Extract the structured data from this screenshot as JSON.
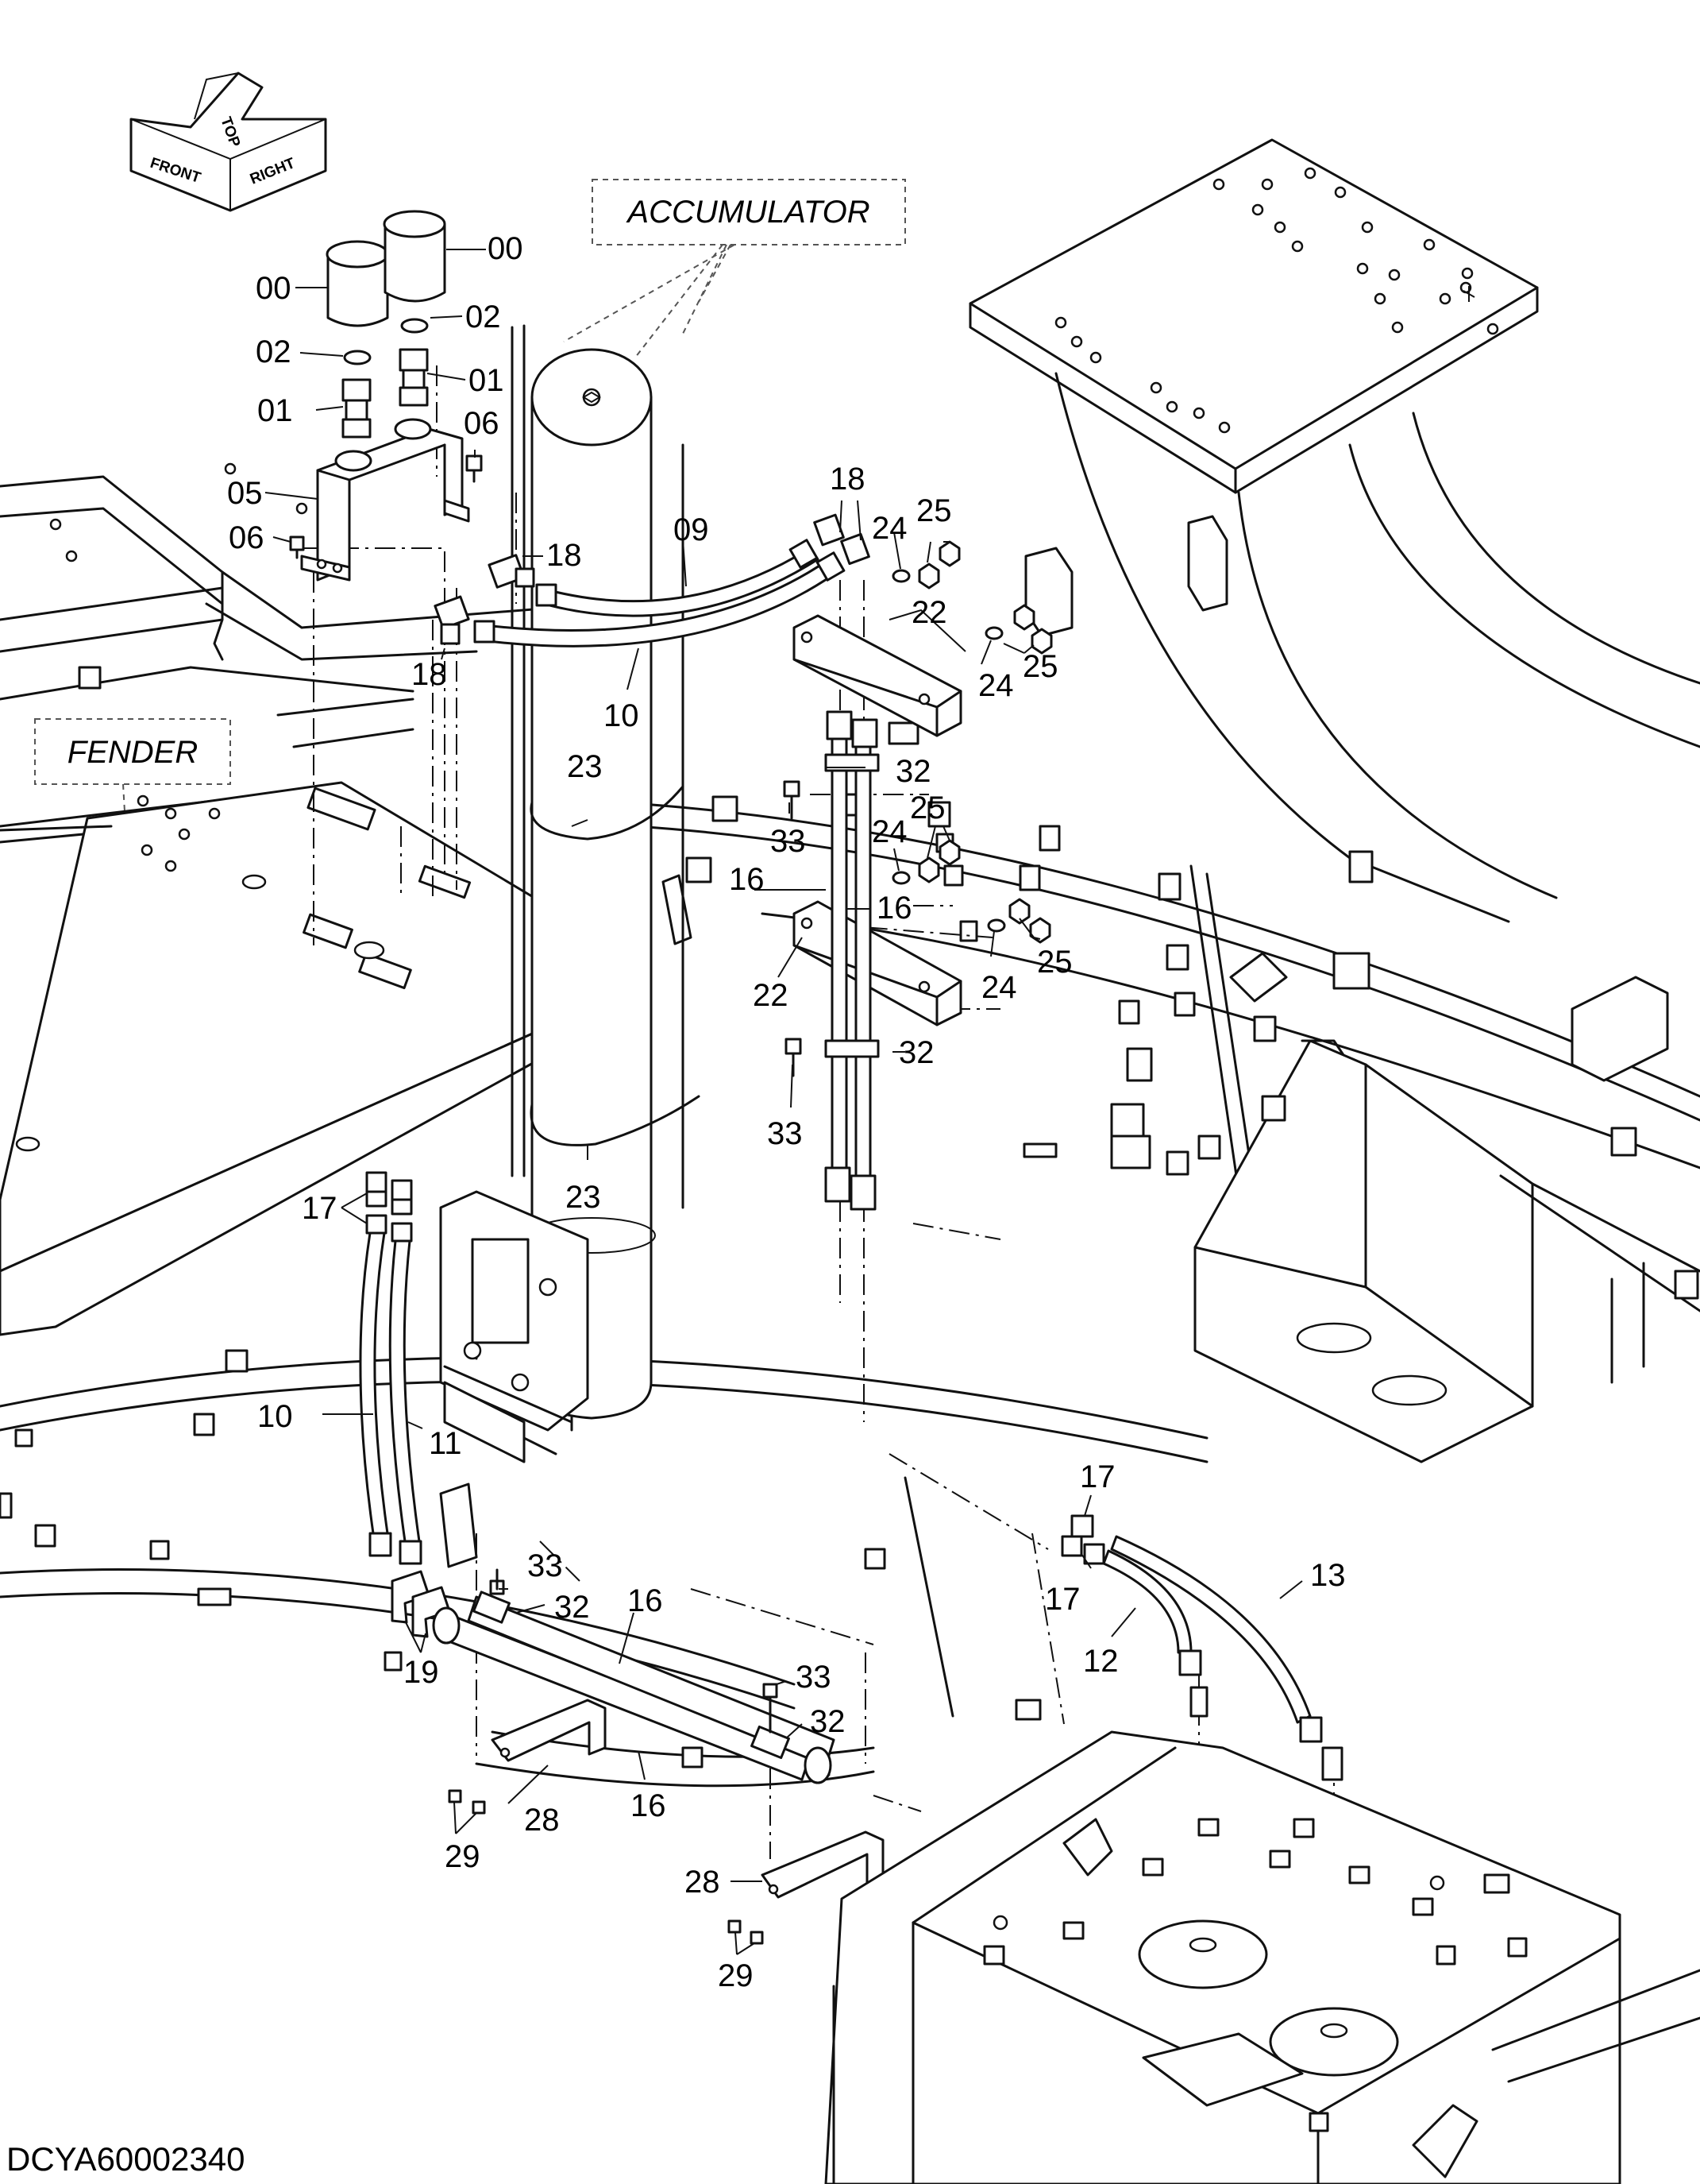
{
  "reference_boxes": {
    "accumulator": "ACCUMULATOR",
    "fender": "FENDER"
  },
  "orientation_symbol": {
    "front": "FRONT",
    "top": "TOP",
    "right": "RIGHT"
  },
  "drawing_number": "DCYA60002340",
  "part_callouts": {
    "cap_left": "00",
    "cap_right": "00",
    "oring_left": "02",
    "oring_right": "02",
    "connector_left": "01",
    "connector_right": "01",
    "bracket": "05",
    "bolt_upper": "06",
    "bolt_lower": "06",
    "hose_09": "09",
    "hose_10_upper": "10",
    "hose_10_lower": "10",
    "hose_11": "11",
    "hose_12": "12",
    "hose_13": "13",
    "elbow_18_top": "18",
    "elbow_18_mid": "18",
    "elbow_18_left": "18",
    "band_23_upper": "23",
    "band_23_lower": "23",
    "washer_24_a": "24",
    "washer_24_b": "24",
    "washer_24_c": "24",
    "washer_24_d": "24",
    "nut_25_a": "25",
    "nut_25_b": "25",
    "nut_25_c": "25",
    "nut_25_d": "25",
    "bracket_22_upper": "22",
    "bracket_22_lower": "22",
    "pipe_16_a": "16",
    "pipe_16_b": "16",
    "pipe_16_c": "16",
    "pipe_16_d": "16",
    "clamp_32_a": "32",
    "clamp_32_b": "32",
    "clamp_32_c": "32",
    "clamp_32_d": "32",
    "bolt_33_a": "33",
    "bolt_33_b": "33",
    "bolt_33_c": "33",
    "bolt_33_d": "33",
    "connector_17_a": "17",
    "connector_17_b": "17",
    "connector_17_c": "17",
    "elbow_19": "19",
    "support_28_a": "28",
    "support_28_b": "28",
    "screw_29_a": "29",
    "screw_29_b": "29"
  }
}
